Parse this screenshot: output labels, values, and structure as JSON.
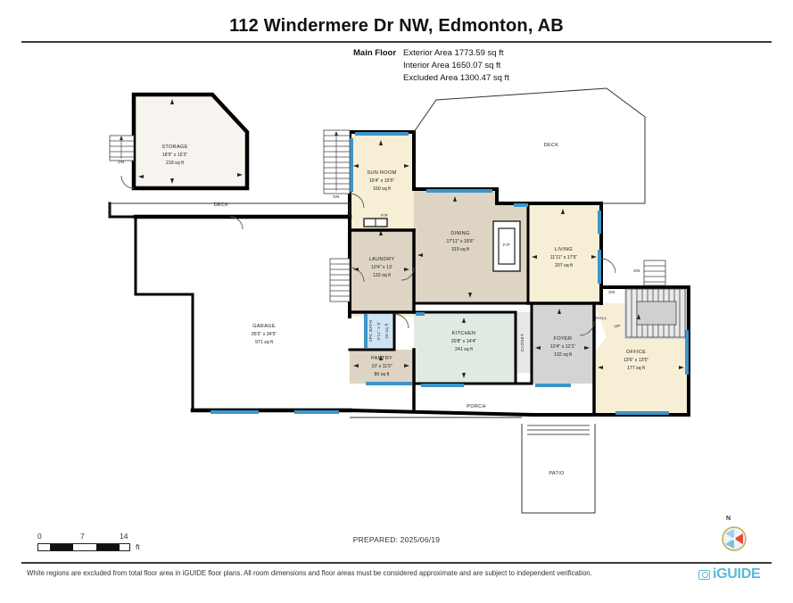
{
  "header": {
    "title": "112 Windermere Dr NW, Edmonton, AB"
  },
  "summary": {
    "floor_label": "Main Floor",
    "exterior_area": "Exterior Area 1773.59 sq ft",
    "interior_area": "Interior Area 1650.07 sq ft",
    "excluded_area": "Excluded Area 1300.47 sq ft"
  },
  "rooms": [
    {
      "name": "STORAGE",
      "dim": "18'9\" x 15'3\"",
      "area": "218 sq ft"
    },
    {
      "name": "SUN ROOM",
      "dim": "10'4\" x 15'5\"",
      "area": "160 sq ft"
    },
    {
      "name": "DINING",
      "dim": "17'11\" x 18'6\"",
      "area": "319 sq ft"
    },
    {
      "name": "LIVING",
      "dim": "11'11\" x 17'9\"",
      "area": "207 sq ft"
    },
    {
      "name": "LAUNDRY",
      "dim": "10'4\" x 13'",
      "area": "132 sq ft"
    },
    {
      "name": "KITCHEN",
      "dim": "20'8\" x 14'4\"",
      "area": "241 sq ft"
    },
    {
      "name": "PANTRY",
      "dim": "10' x 11'5\"",
      "area": "80 sq ft"
    },
    {
      "name": "FOYER",
      "dim": "12'4\" x 12'1\"",
      "area": "132 sq ft"
    },
    {
      "name": "OFFICE",
      "dim": "13'6\" x 13'5\"",
      "area": "177 sq ft"
    },
    {
      "name": "GARAGE",
      "dim": "35'5\" x 34'5\"",
      "area": "971 sq ft"
    },
    {
      "name": "2PC BATH",
      "dim": "4'11\" x 5'",
      "area": "25 sq ft"
    }
  ],
  "labels": {
    "deck_left": "DECK",
    "deck_top": "DECK",
    "porch": "PORCH",
    "patio": "PATIO",
    "closet": "CLOSET",
    "hall": "HALL",
    "up": "UP",
    "dn_storage": "DN",
    "dn_stairs_left": "DN",
    "dn_right_outer": "DN",
    "dn_right_inner": "DN",
    "fp_sunroom": "F/P",
    "fp_dining": "F/P"
  },
  "scale": {
    "start": "0",
    "mid": "7",
    "end": "14",
    "unit": "ft"
  },
  "prepared": "PREPARED: 2025/06/19",
  "compass": {
    "north_label": "N"
  },
  "footer": {
    "disclaimer": "White regions are excluded from total floor area in iGUIDE floor plans. All room dimensions and floor areas must be considered approximate and are subject to independent verification.",
    "logo_text": "iGUIDE"
  },
  "colors": {
    "wall": "#000000",
    "window": "#3d95c9",
    "beige": "#f7eed6",
    "taupe": "#ded4c4",
    "mint": "#dfeae3",
    "blue_room": "#cfe4f2",
    "gray_room": "#d4d4d4",
    "logo": "#5bb9d8"
  }
}
